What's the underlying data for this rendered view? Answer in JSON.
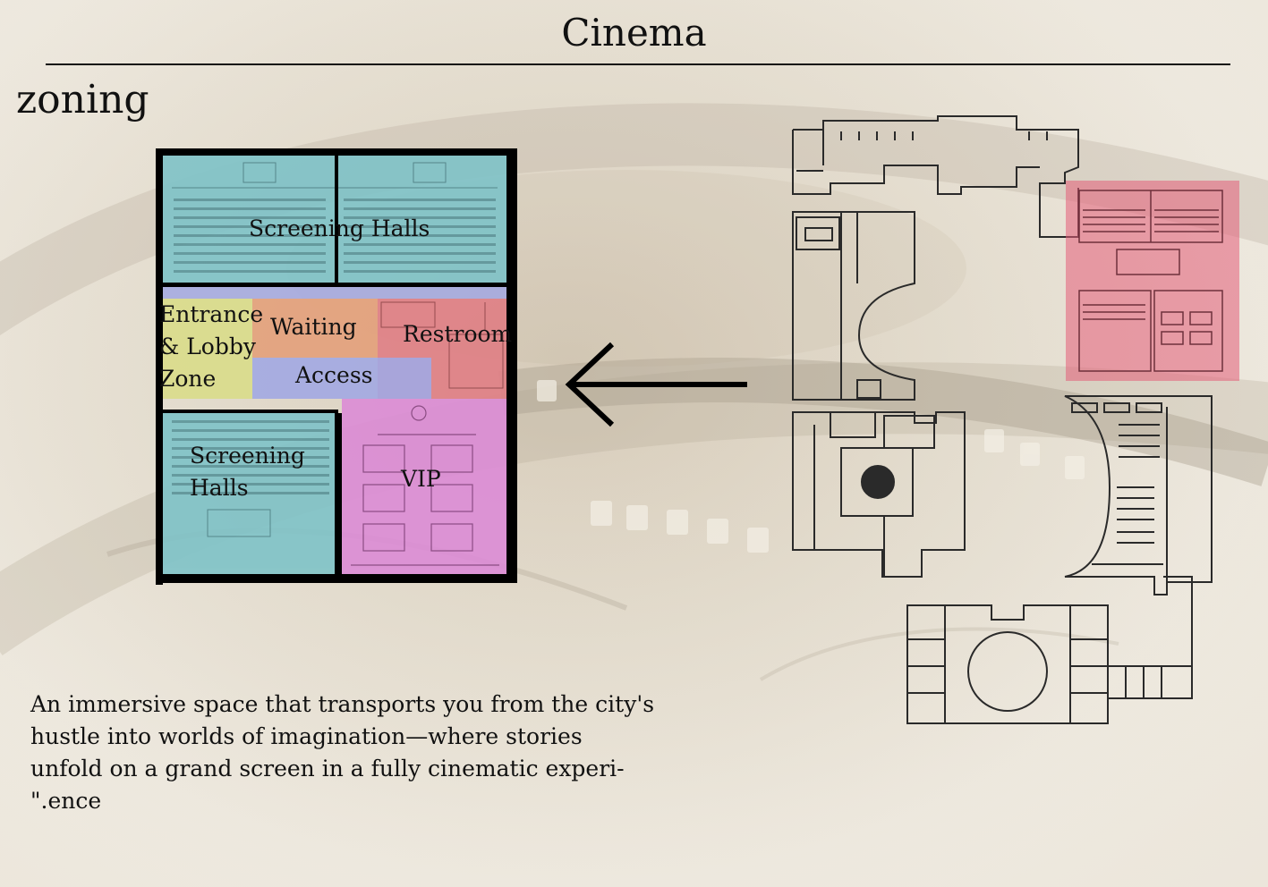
{
  "header": {
    "title": "Cinema"
  },
  "section": {
    "heading": "zoning"
  },
  "zoning": {
    "labels": {
      "screening_top": "Screening Halls",
      "entrance_1": "Entrance",
      "entrance_2": "& Lobby",
      "entrance_3": "Zone",
      "waiting": "Waiting",
      "restroom": "Restroom",
      "access": "Access",
      "screening_bottom_1": "Screening",
      "screening_bottom_2": "Halls",
      "vip": "VIP"
    },
    "colors": {
      "screening": "#7fc3c8",
      "entrance": "#d9dc8a",
      "waiting": "#e3a07a",
      "restroom": "#e07f85",
      "access": "#a2a8e2",
      "vip": "#dc8cd6",
      "highlight": "#e45c78"
    }
  },
  "description": {
    "lines": [
      "An immersive space that transports you from the city's",
      "hustle into worlds of imagination—where stories",
      "unfold on a grand screen in a fully cinematic experi-",
      "\".ence"
    ]
  }
}
